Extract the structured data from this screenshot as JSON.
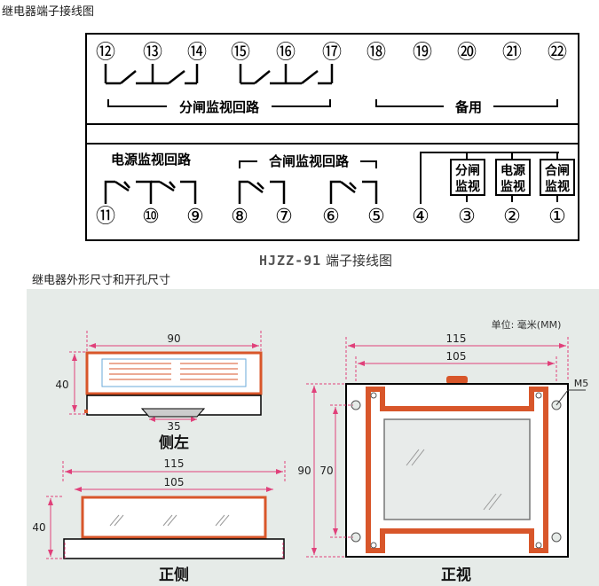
{
  "header_wiring": "继电器端子接线图",
  "caption": {
    "model": "HJZZ-91",
    "text": "端子接线图"
  },
  "header_dims": "继电器外形尺寸和开孔尺寸",
  "terminals_top": [
    "⑫",
    "⑬",
    "⑭",
    "⑮",
    "⑯",
    "⑰",
    "⑱",
    "⑲",
    "⑳",
    "㉑",
    "㉒"
  ],
  "terminals_bottom": [
    "⑪",
    "⑩",
    "⑨",
    "⑧",
    "⑦",
    "⑥",
    "⑤",
    "④",
    "③",
    "②",
    "①"
  ],
  "labels": {
    "open_monitor": "分闸监视回路",
    "spare": "备用",
    "power_monitor": "电源监视回路",
    "close_monitor": "合闸监视回路",
    "box_open_l1": "分闸",
    "box_open_l2": "监视",
    "box_power_l1": "电源",
    "box_power_l2": "监视",
    "box_close_l1": "合闸",
    "box_close_l2": "监视"
  },
  "dims": {
    "unit": "单位: 毫米(MM)",
    "side_width": "90",
    "side_height": "40",
    "side_notch": "35",
    "side_title": "侧左",
    "front_outer": "115",
    "front_inner": "105",
    "front_height": "40",
    "front_title": "正侧",
    "view_outer": "115",
    "view_inner": "105",
    "view_h_outer": "90",
    "view_h_inner": "70",
    "view_screw": "M5",
    "view_title": "正视"
  },
  "colors": {
    "accent": "#d8562a",
    "dim": "#e0407a",
    "panel": "#e6ebe8",
    "screen": "#e8ebea"
  }
}
